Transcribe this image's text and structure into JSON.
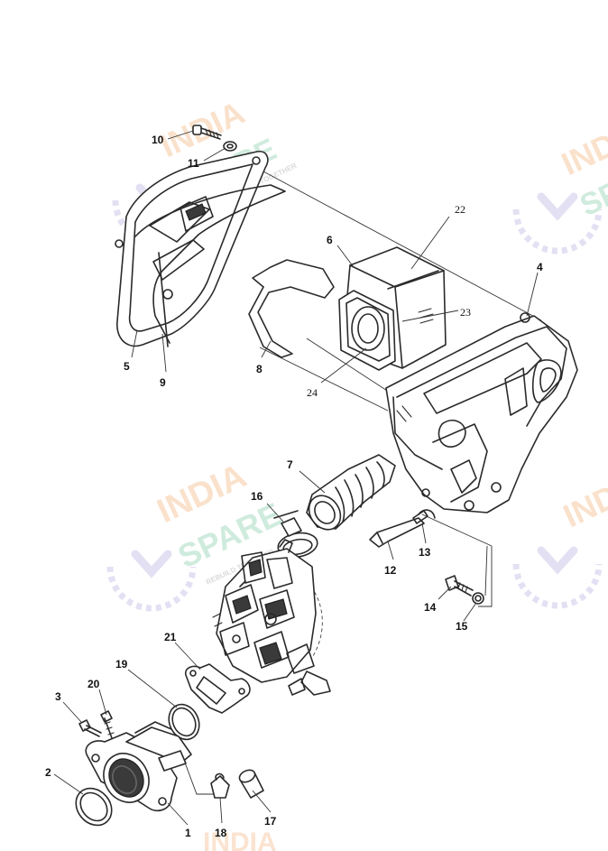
{
  "callouts": {
    "p1": "1",
    "p2": "2",
    "p3": "3",
    "p4": "4",
    "p5": "5",
    "p6": "6",
    "p7": "7",
    "p8": "8",
    "p9": "9",
    "p10": "10",
    "p11": "11",
    "p12": "12",
    "p13": "13",
    "p14": "14",
    "p15": "15",
    "p16": "16",
    "p17": "17",
    "p18": "18",
    "p19": "19",
    "p20": "20",
    "p21": "21",
    "p22": "22",
    "p23": "23",
    "p24": "24"
  },
  "watermark": {
    "line1": "INDIA",
    "line2": "SPARE",
    "tagline": "REBUILD TOGETHER",
    "colors": {
      "line1": "#f6c9a2",
      "line2": "#a9dcc3",
      "icon": "#cfc7ea"
    }
  },
  "colors": {
    "ink": "#2a2a2a",
    "background": "#ffffff"
  }
}
